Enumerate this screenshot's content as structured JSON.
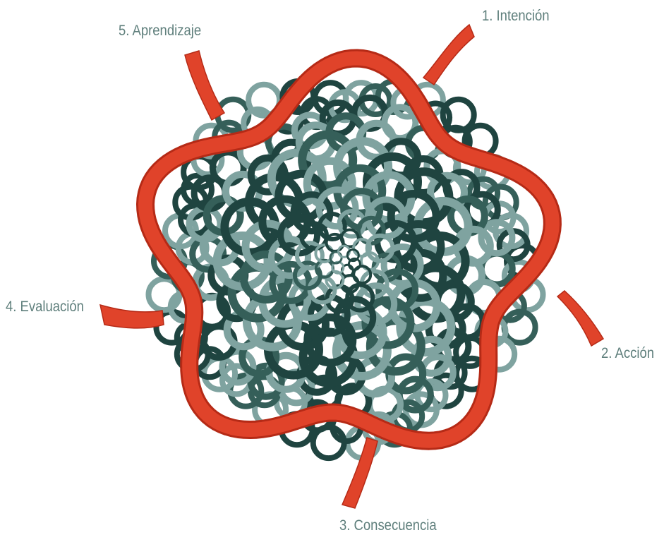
{
  "diagram": {
    "steps": [
      {
        "label": "1. Intención"
      },
      {
        "label": "2. Acción"
      },
      {
        "label": "3. Consecuencia"
      },
      {
        "label": "4. Evaluación"
      },
      {
        "label": "5. Aprendizaje"
      }
    ],
    "colors": {
      "ribbon": "#e0432a",
      "ribbon_dark": "#b52a16",
      "ring_dark": "#1f4440",
      "ring_mid": "#355f59",
      "ring_light": "#7fa3a0",
      "label": "#5f7f7c"
    }
  }
}
